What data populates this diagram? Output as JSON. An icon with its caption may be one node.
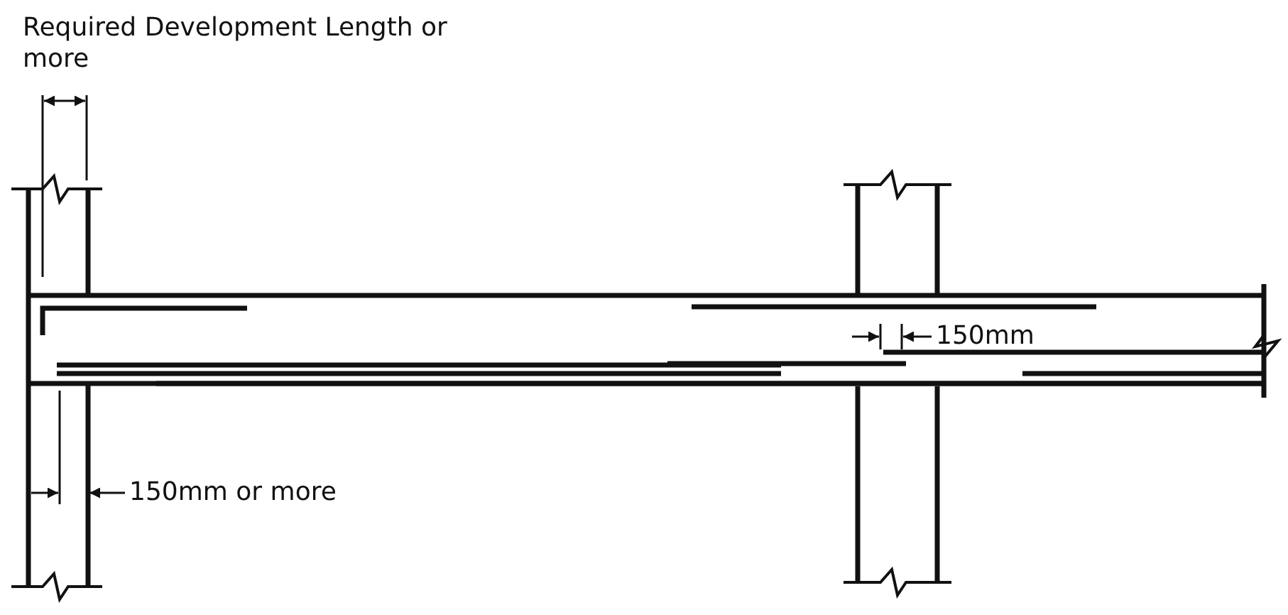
{
  "diagram": {
    "labels": [
      "Required Development Length or more",
      "150mm",
      "150mm or more"
    ]
  }
}
